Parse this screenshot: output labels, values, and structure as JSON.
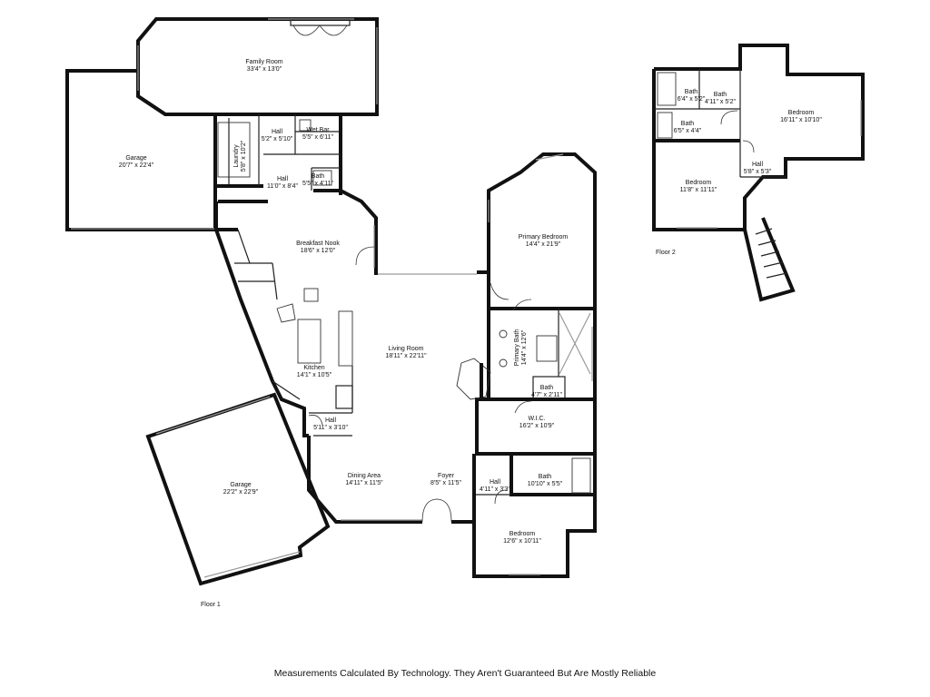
{
  "floor1": {
    "label": "Floor 1",
    "rooms": {
      "family_room": {
        "name": "Family Room",
        "dim": "33'4\" x 13'0\""
      },
      "garage_a": {
        "name": "Garage",
        "dim": "20'7\" x 22'4\""
      },
      "laundry": {
        "name": "Laundry",
        "dim": "5'8\" x 10'2\""
      },
      "hall_a": {
        "name": "Hall",
        "dim": "5'2\" x 5'10\""
      },
      "wet_bar": {
        "name": "Wet Bar",
        "dim": "5'5\" x 6'11\""
      },
      "hall_b": {
        "name": "Hall",
        "dim": "11'0\" x 8'4\""
      },
      "bath_a": {
        "name": "Bath",
        "dim": "5'5\" x 4'11\""
      },
      "breakfast_nook": {
        "name": "Breakfast Nook",
        "dim": "18'6\" x 12'0\""
      },
      "primary_bedroom": {
        "name": "Primary Bedroom",
        "dim": "14'4\" x 21'9\""
      },
      "living_room": {
        "name": "Living Room",
        "dim": "18'11\" x 22'11\""
      },
      "primary_bath": {
        "name": "Primary Bath",
        "dim": "14'4\" x 12'6\""
      },
      "bath_b": {
        "name": "Bath",
        "dim": "4'7\" x 2'11\""
      },
      "kitchen": {
        "name": "Kitchen",
        "dim": "14'1\" x 10'5\""
      },
      "wic": {
        "name": "W.I.C.",
        "dim": "16'2\" x 10'9\""
      },
      "hall_c": {
        "name": "Hall",
        "dim": "5'11\" x 3'10\""
      },
      "garage_b": {
        "name": "Garage",
        "dim": "22'2\" x 22'9\""
      },
      "dining_area": {
        "name": "Dining Area",
        "dim": "14'11\" x 11'5\""
      },
      "foyer": {
        "name": "Foyer",
        "dim": "8'5\" x 11'5\""
      },
      "hall_d": {
        "name": "Hall",
        "dim": "4'11\" x 3'3\""
      },
      "bath_c": {
        "name": "Bath",
        "dim": "10'10\" x 5'5\""
      },
      "bedroom_a": {
        "name": "Bedroom",
        "dim": "12'6\" x 10'11\""
      }
    }
  },
  "floor2": {
    "label": "Floor 2",
    "rooms": {
      "bath_d": {
        "name": "Bath",
        "dim": "6'4\" x 5'2\""
      },
      "bath_e": {
        "name": "Bath",
        "dim": "4'11\" x 5'2\""
      },
      "bath_f": {
        "name": "Bath",
        "dim": "6'5\" x 4'4\""
      },
      "bedroom_b": {
        "name": "Bedroom",
        "dim": "16'11\" x 10'10\""
      },
      "hall_e": {
        "name": "Hall",
        "dim": "5'8\" x 5'3\""
      },
      "bedroom_c": {
        "name": "Bedroom",
        "dim": "11'8\" x 11'11\""
      }
    }
  },
  "disclaimer": "Measurements Calculated By Technology. They Aren't Guaranteed But Are Mostly Reliable"
}
